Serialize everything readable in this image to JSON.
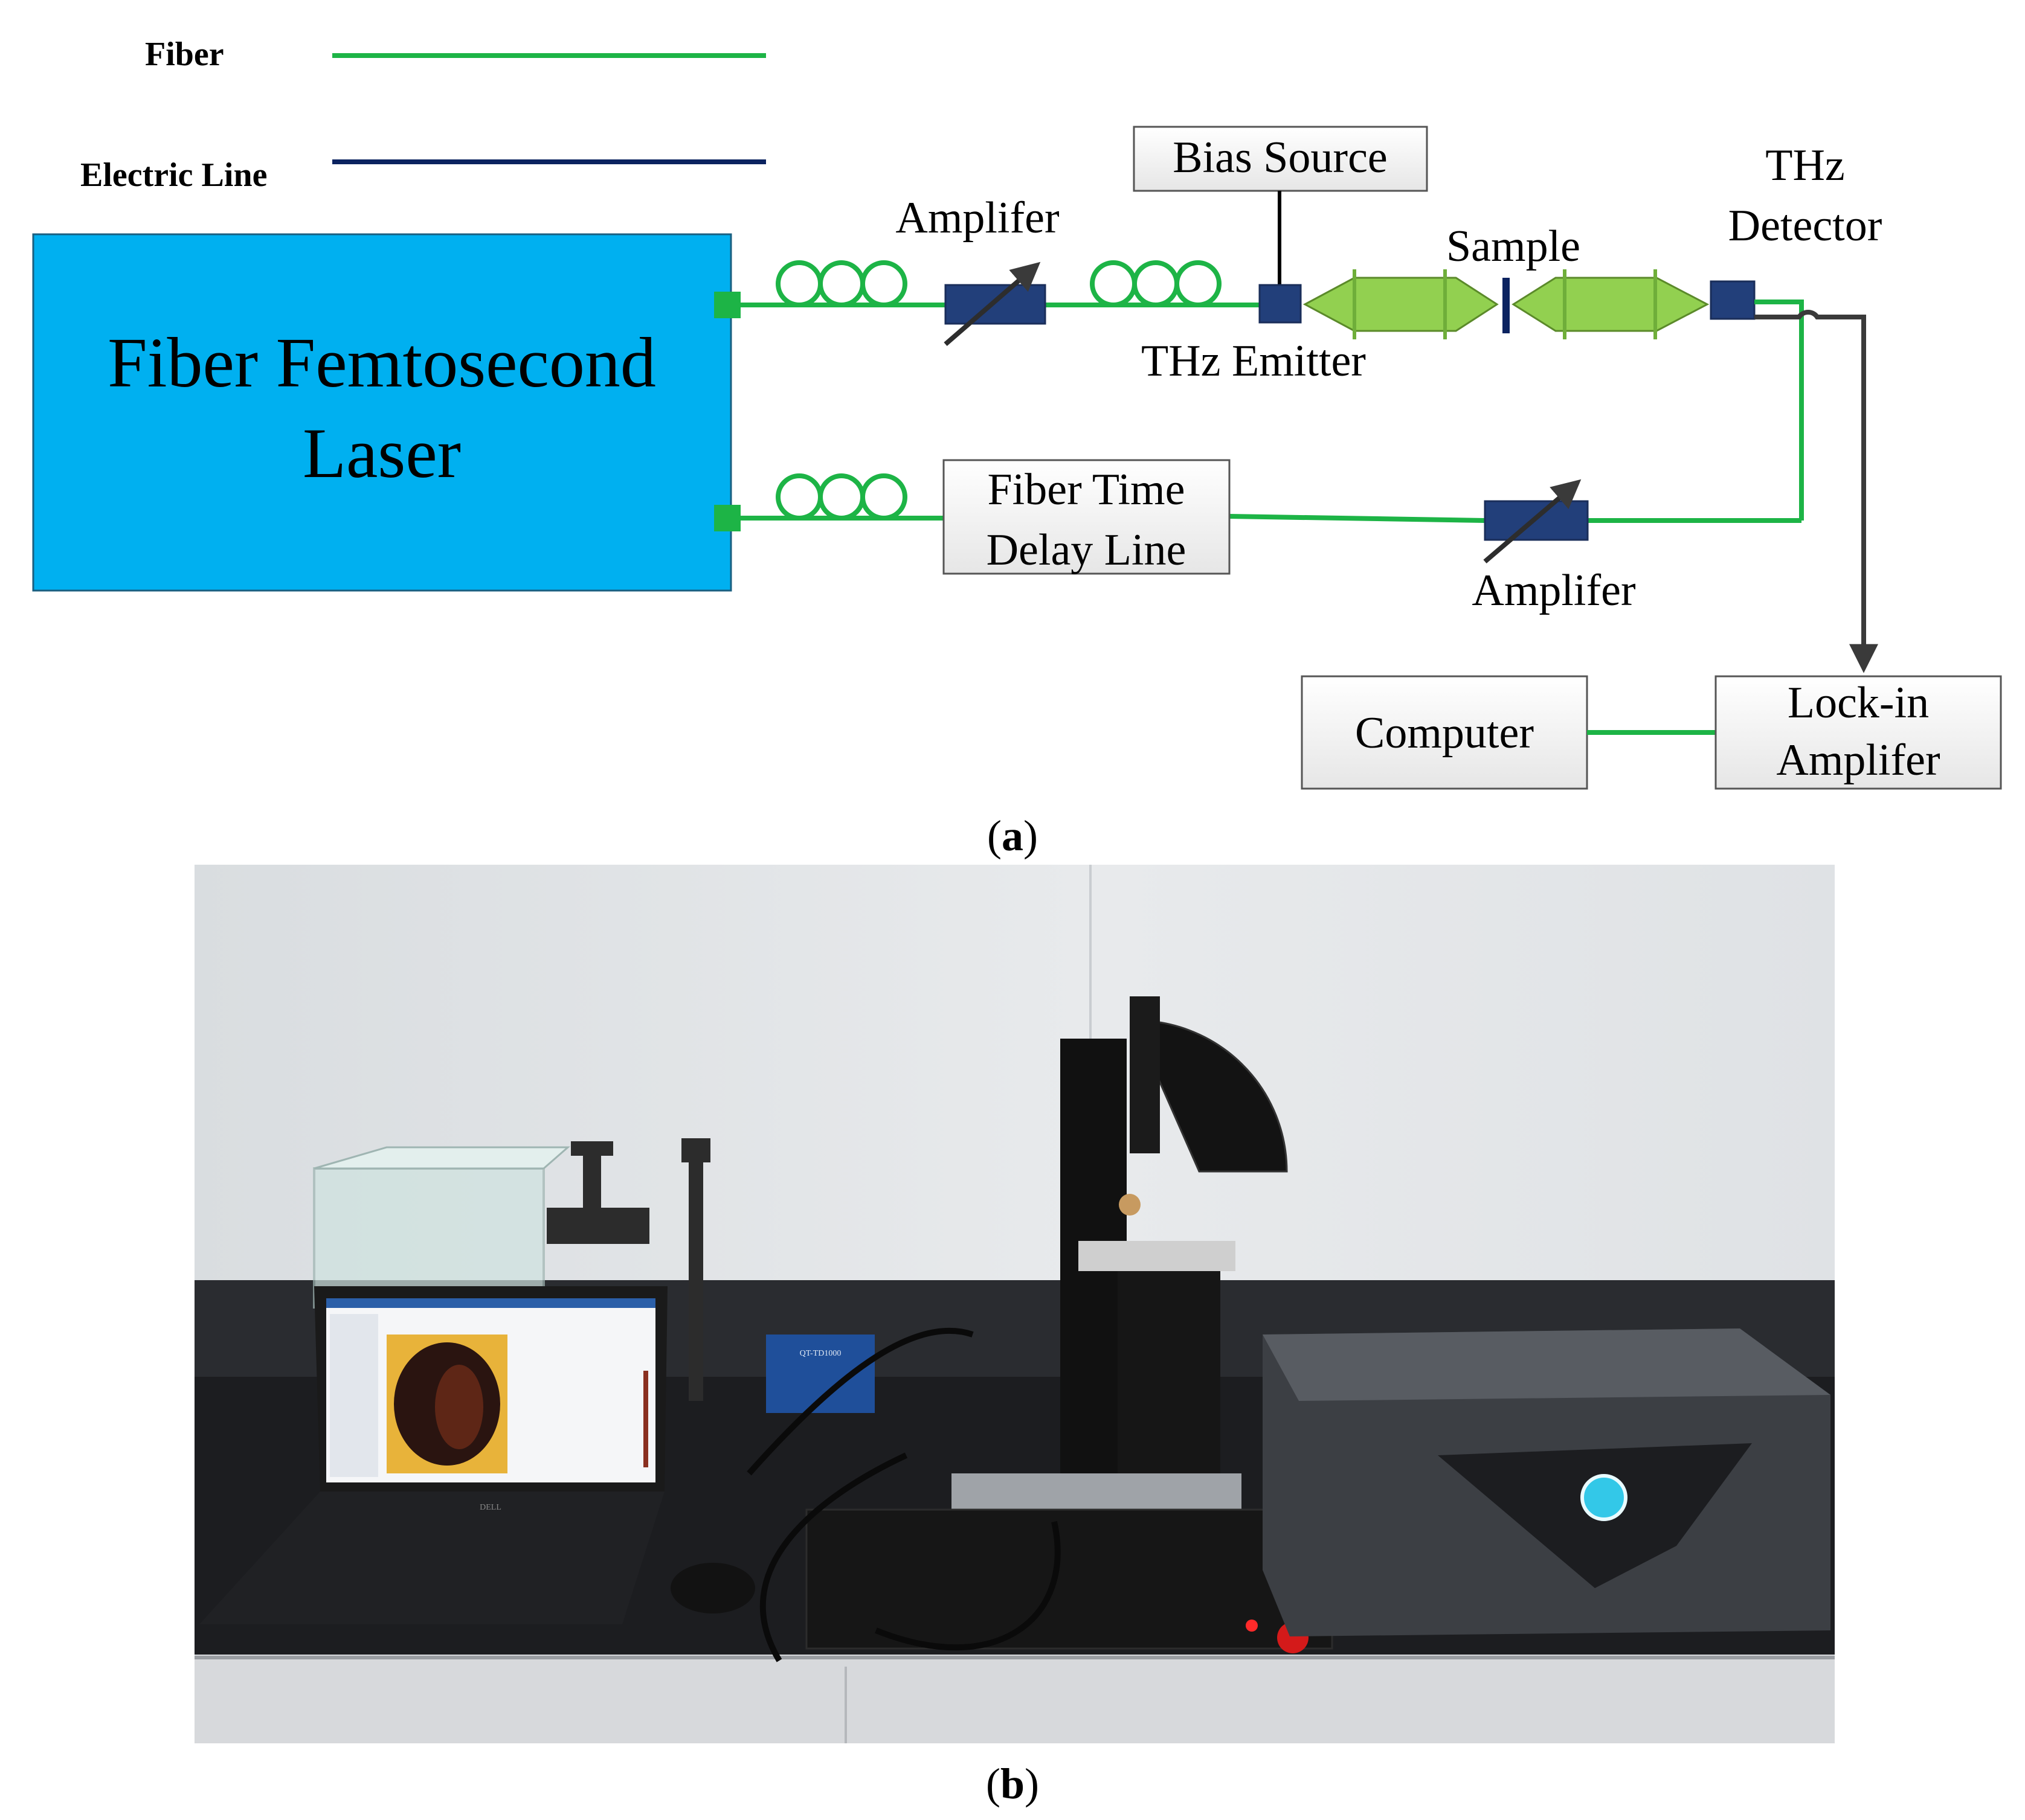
{
  "colors": {
    "fiber": "#1db446",
    "electric": "#0b2360",
    "laser_fill": "#00b0f0",
    "component_fill": "#223f7a",
    "lens_fill": "#92d050",
    "lens_band": "#6fae3a",
    "arrow": "#3a3a3a",
    "box_fill": "#f2f2f2",
    "box_stroke": "#555555"
  },
  "legend": {
    "fiber_label": "Fiber",
    "electric_label": "Electric Line"
  },
  "laser": {
    "line1": "Fiber Femtosecond",
    "line2": "Laser"
  },
  "components": {
    "amplifier_top": "Amplifer",
    "amplifier_bottom": "Amplifer",
    "bias_source": "Bias Source",
    "thz_emitter": "THz Emitter",
    "sample": "Sample",
    "thz_detector_line1": "THz",
    "thz_detector_line2": "Detector",
    "delay_line1": "Fiber Time",
    "delay_line2": "Delay Line",
    "computer": "Computer",
    "lockin_line1": "Lock-in",
    "lockin_line2": "Amplifer"
  },
  "captions": {
    "a_open": "(",
    "a_letter": "a",
    "a_close": ")",
    "b_open": "(",
    "b_letter": "b",
    "b_close": ")"
  },
  "photo": {
    "laptop_brand": "DELL",
    "placard_text": "QT-TD1000"
  }
}
